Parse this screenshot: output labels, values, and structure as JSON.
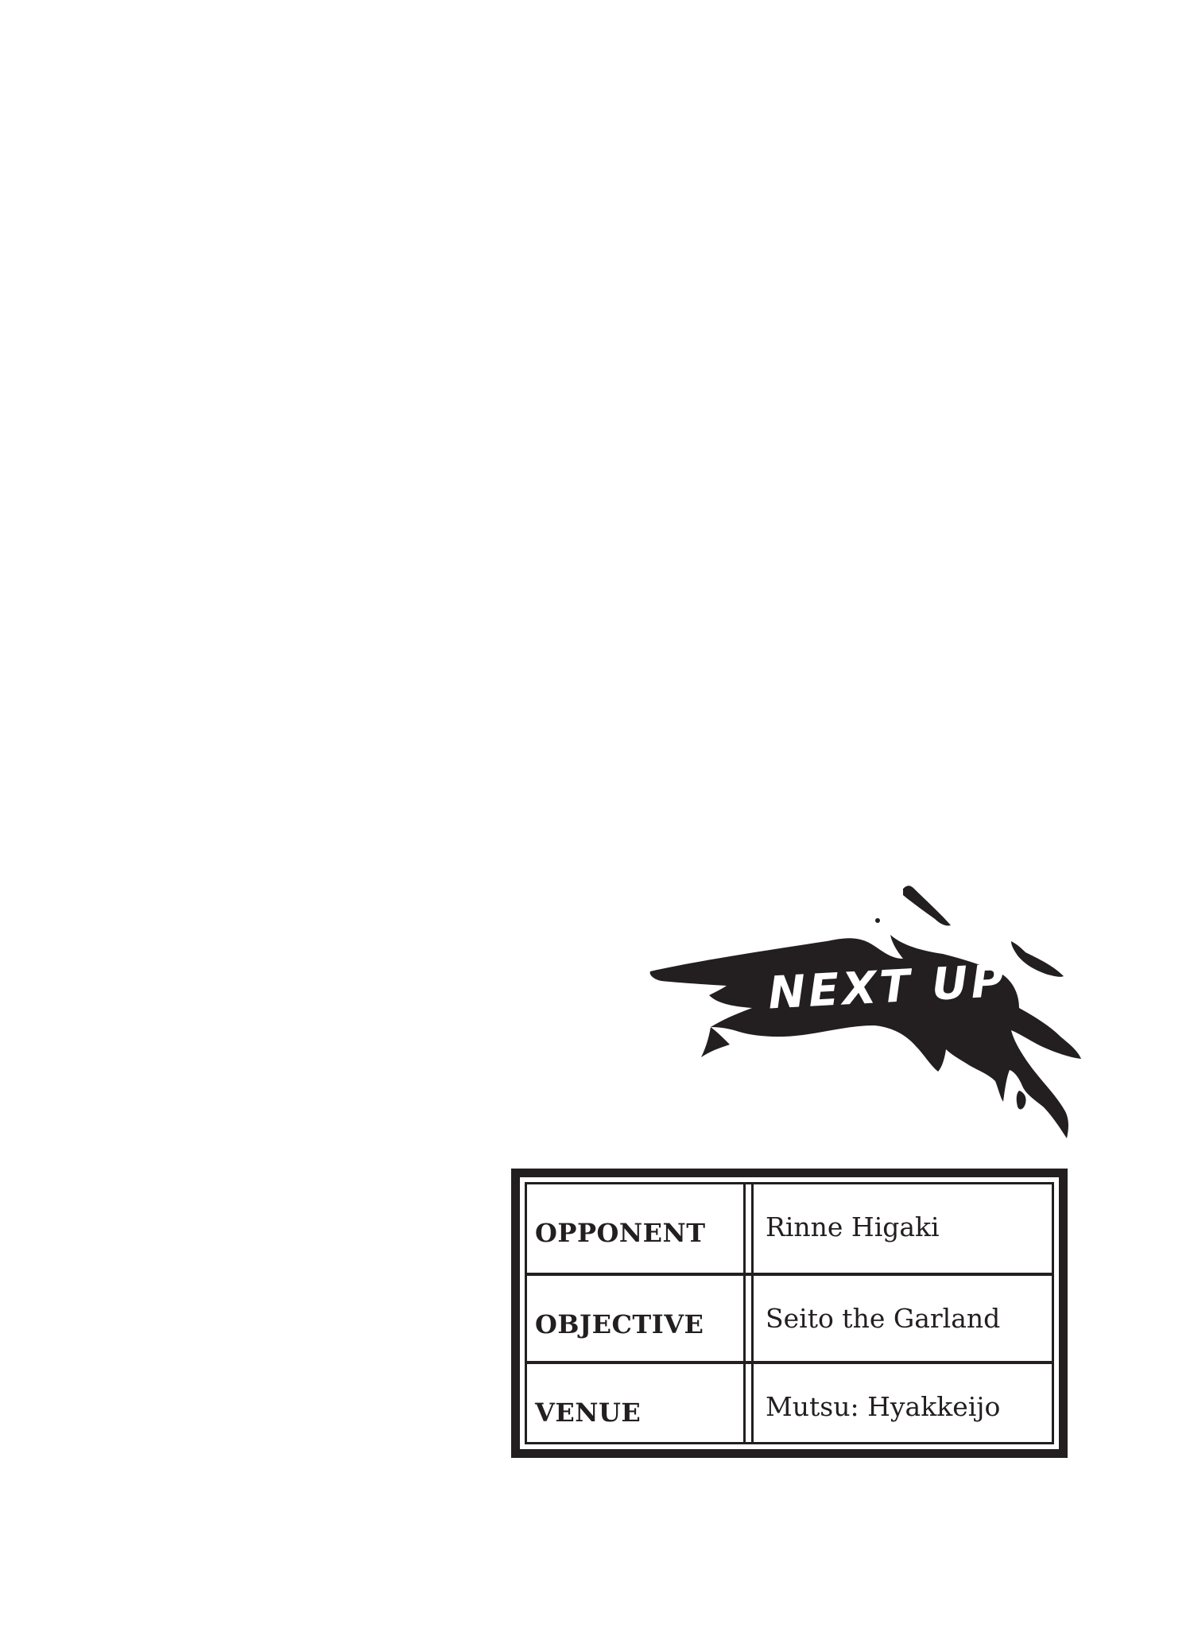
{
  "splash": {
    "title": "NEXT UP",
    "ink_color": "#231f20",
    "text_color": "#ffffff"
  },
  "info": {
    "rows": [
      {
        "label": "OPPONENT",
        "value": "Rinne Higaki"
      },
      {
        "label": "OBJECTIVE",
        "value": "Seito the Garland"
      },
      {
        "label": "VENUE",
        "value": "Mutsu: Hyakkeijo"
      }
    ],
    "border_color": "#231f20"
  }
}
